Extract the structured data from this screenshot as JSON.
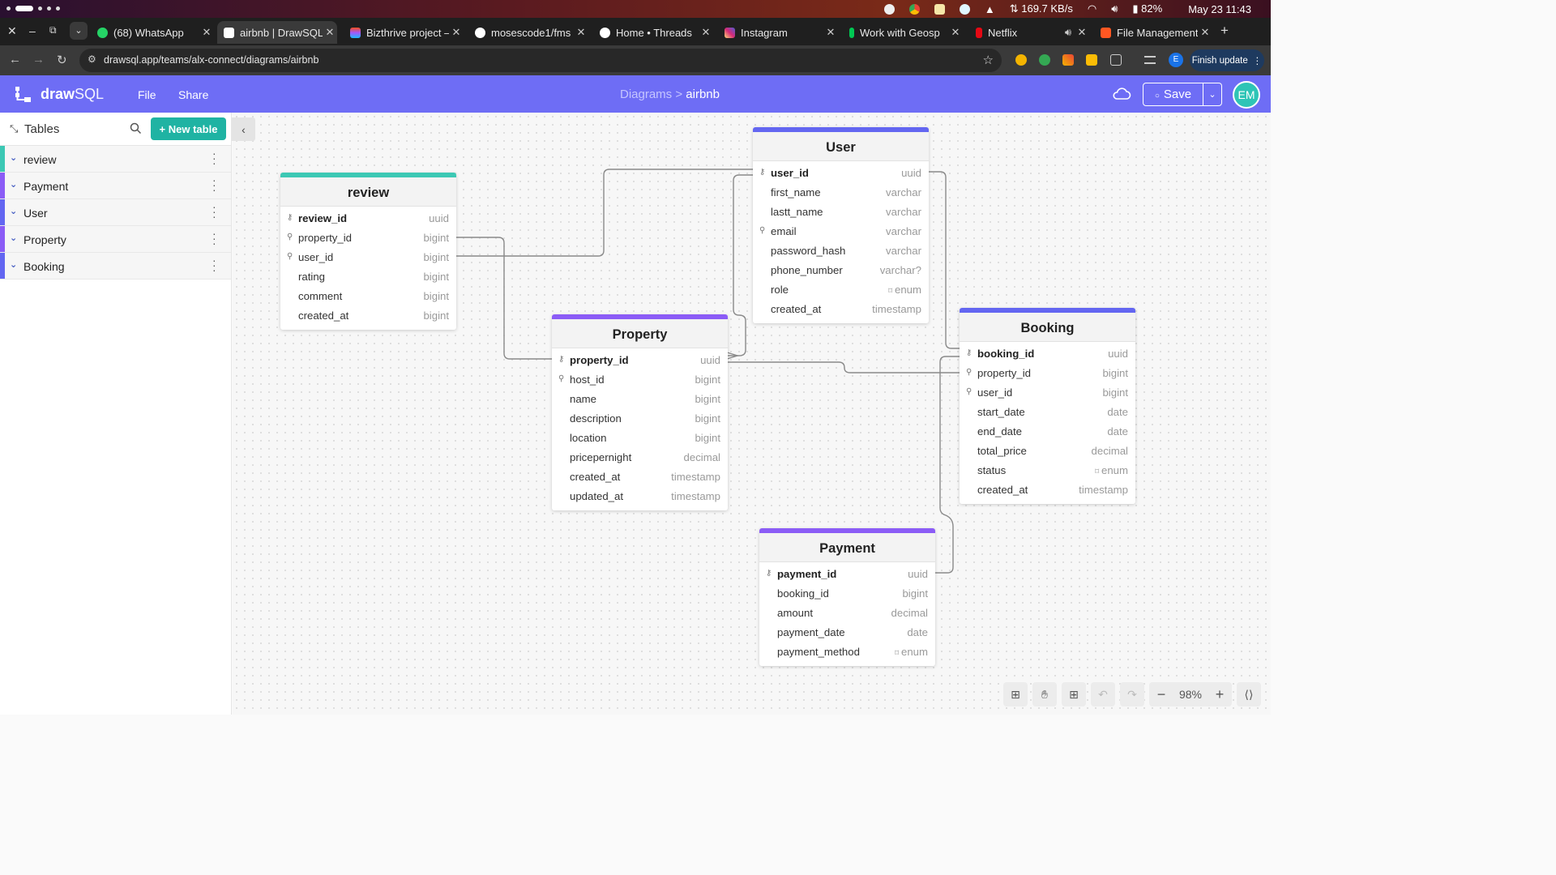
{
  "os": {
    "net_speed": "169.7 KB/s",
    "battery": "82%",
    "datetime": "May 23  11:43"
  },
  "tabs": [
    {
      "title": "(68) WhatsApp",
      "color": "#25d366"
    },
    {
      "title": "airbnb | DrawSQL",
      "color": "#ffffff",
      "active": true
    },
    {
      "title": "Bizthrive project –",
      "color": "#f24e1e"
    },
    {
      "title": "mosescode1/fms",
      "color": "#ffffff"
    },
    {
      "title": "Home • Threads",
      "color": "#ffffff"
    },
    {
      "title": "Instagram",
      "color": "#e1306c"
    },
    {
      "title": "Work with Geosp",
      "color": "#00c853"
    },
    {
      "title": "Netflix",
      "color": "#e50914"
    },
    {
      "title": "File Management",
      "color": "#ff5722"
    }
  ],
  "browser": {
    "url": "drawsql.app/teams/alx-connect/diagrams/airbnb",
    "finish_update": "Finish update",
    "profile_letter": "E"
  },
  "app": {
    "logo_bold": "draw",
    "logo_light": "SQL",
    "menu": [
      "File",
      "Share"
    ],
    "breadcrumb_parent": "Diagrams >",
    "breadcrumb_current": "airbnb",
    "save_label": "Save",
    "avatar": "EM",
    "accent": "#6e6df5"
  },
  "sidebar": {
    "title": "Tables",
    "new_table": "+ New table",
    "items": [
      {
        "name": "review",
        "color": "#3cc8b4"
      },
      {
        "name": "Payment",
        "color": "#8b5cf6"
      },
      {
        "name": "User",
        "color": "#6366f1"
      },
      {
        "name": "Property",
        "color": "#8b5cf6"
      },
      {
        "name": "Booking",
        "color": "#6366f1"
      }
    ]
  },
  "tables": {
    "review": {
      "name": "review",
      "color": "#3cc8b4",
      "columns": [
        {
          "icon": "key",
          "name": "review_id",
          "type": "uuid"
        },
        {
          "icon": "fk",
          "name": "property_id",
          "type": "bigint"
        },
        {
          "icon": "fk",
          "name": "user_id",
          "type": "bigint"
        },
        {
          "icon": "",
          "name": "rating",
          "type": "bigint"
        },
        {
          "icon": "",
          "name": "comment",
          "type": "bigint"
        },
        {
          "icon": "",
          "name": "created_at",
          "type": "bigint"
        }
      ]
    },
    "user": {
      "name": "User",
      "color": "#6366f1",
      "columns": [
        {
          "icon": "key",
          "name": "user_id",
          "type": "uuid"
        },
        {
          "icon": "",
          "name": "first_name",
          "type": "varchar"
        },
        {
          "icon": "",
          "name": "lastt_name",
          "type": "varchar"
        },
        {
          "icon": "fk",
          "name": "email",
          "type": "varchar"
        },
        {
          "icon": "",
          "name": "password_hash",
          "type": "varchar"
        },
        {
          "icon": "",
          "name": "phone_number",
          "type": "varchar?"
        },
        {
          "icon": "",
          "name": "role",
          "type": "enum",
          "enum": true
        },
        {
          "icon": "",
          "name": "created_at",
          "type": "timestamp"
        }
      ]
    },
    "property": {
      "name": "Property",
      "color": "#8b5cf6",
      "columns": [
        {
          "icon": "key",
          "name": "property_id",
          "type": "uuid"
        },
        {
          "icon": "fk",
          "name": "host_id",
          "type": "bigint"
        },
        {
          "icon": "",
          "name": "name",
          "type": "bigint"
        },
        {
          "icon": "",
          "name": "description",
          "type": "bigint"
        },
        {
          "icon": "",
          "name": "location",
          "type": "bigint"
        },
        {
          "icon": "",
          "name": "pricepernight",
          "type": "decimal"
        },
        {
          "icon": "",
          "name": "created_at",
          "type": "timestamp"
        },
        {
          "icon": "",
          "name": "updated_at",
          "type": "timestamp"
        }
      ]
    },
    "booking": {
      "name": "Booking",
      "color": "#6366f1",
      "columns": [
        {
          "icon": "key",
          "name": "booking_id",
          "type": "uuid"
        },
        {
          "icon": "fk",
          "name": "property_id",
          "type": "bigint"
        },
        {
          "icon": "fk",
          "name": "user_id",
          "type": "bigint"
        },
        {
          "icon": "",
          "name": "start_date",
          "type": "date"
        },
        {
          "icon": "",
          "name": "end_date",
          "type": "date"
        },
        {
          "icon": "",
          "name": "total_price",
          "type": "decimal"
        },
        {
          "icon": "",
          "name": "status",
          "type": "enum",
          "enum": true
        },
        {
          "icon": "",
          "name": "created_at",
          "type": "timestamp"
        }
      ]
    },
    "payment": {
      "name": "Payment",
      "color": "#8b5cf6",
      "columns": [
        {
          "icon": "key",
          "name": "payment_id",
          "type": "uuid"
        },
        {
          "icon": "",
          "name": "booking_id",
          "type": "bigint"
        },
        {
          "icon": "",
          "name": "amount",
          "type": "decimal"
        },
        {
          "icon": "",
          "name": "payment_date",
          "type": "date"
        },
        {
          "icon": "",
          "name": "payment_method",
          "type": "enum",
          "enum": true
        }
      ]
    }
  },
  "toolbar": {
    "zoom": "98%",
    "zoom_out": "−",
    "zoom_in": "+"
  }
}
